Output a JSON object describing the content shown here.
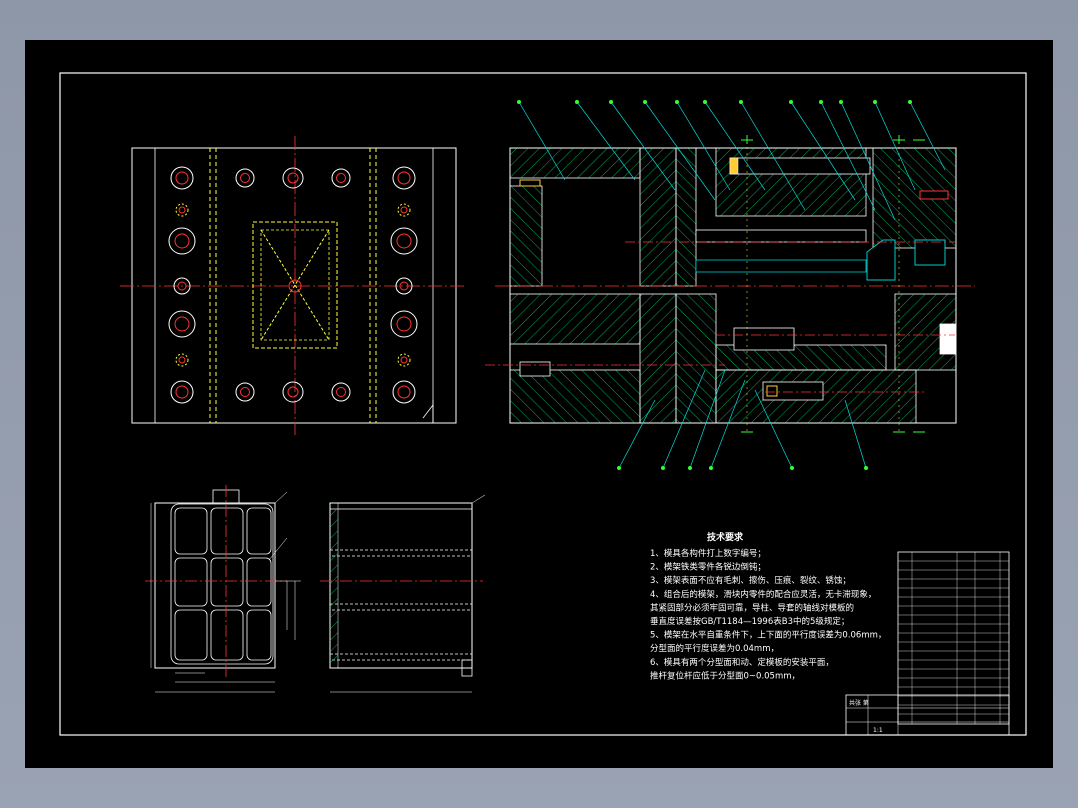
{
  "tech_notes": {
    "title": "技术要求",
    "lines": [
      "1、模具各构件打上数字编号；",
      "2、模架铁类零件各锐边倒钝；",
      "3、模架表面不应有毛刺、擦伤、压痕、裂纹、锈蚀；",
      "4、组合后的模架，滑块内零件的配合应灵活，无卡滞现象，",
      "   其紧固部分必须牢固可靠，导柱、导套的轴线对模板的",
      "   垂直度误差按GB/T1184—1996表B3中的5级规定；",
      "5、模架在水平自重条件下，上下面的平行度误差为0.06mm，",
      "   分型面的平行度误差为0.04mm，",
      "6、模具有两个分型面和动、定模板的安装平面，",
      "   推杆复位杆应低于分型面0~0.05mm，"
    ]
  },
  "title_block": {
    "label": "共张 第",
    "scale": "1:1"
  },
  "colors": {
    "sheet_bg": "#000000",
    "outline": "#ffffff",
    "centerline": "#ff3333",
    "hidden": "#ffff33",
    "hatch": "#00cc66",
    "leader": "#00dddd",
    "marker": "#33ff33",
    "text": "#ffffff"
  }
}
